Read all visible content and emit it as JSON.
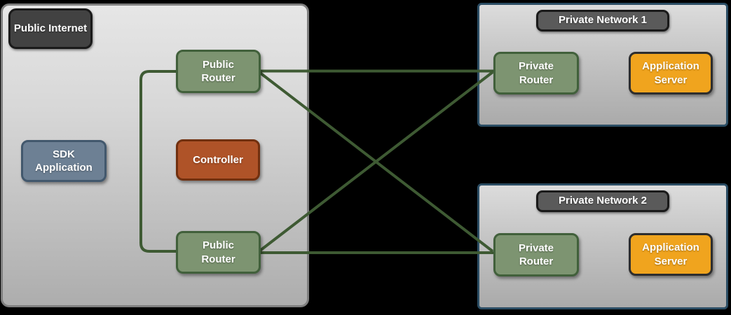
{
  "diagram": {
    "public_internet": {
      "label": "Public Internet",
      "sdk_application": "SDK Application",
      "controller": "Controller",
      "public_router_top": "Public Router",
      "public_router_bottom": "Public Router"
    },
    "private_network_1": {
      "label": "Private Network 1",
      "private_router": "Private Router",
      "application_server": "Application Server"
    },
    "private_network_2": {
      "label": "Private Network 2",
      "private_router": "Private Router",
      "application_server": "Application Server"
    },
    "connections": [
      {
        "from": "public-router-top",
        "to": "public-router-bottom"
      },
      {
        "from": "public-router-top",
        "to": "private-network-1-private-router"
      },
      {
        "from": "public-router-top",
        "to": "private-network-2-private-router"
      },
      {
        "from": "public-router-bottom",
        "to": "private-network-1-private-router"
      },
      {
        "from": "public-router-bottom",
        "to": "private-network-2-private-router"
      }
    ],
    "colors": {
      "background": "#000000",
      "container_fill_top": "#e6e6e6",
      "container_fill_bottom": "#adadad",
      "container_border": "#7f7f7f",
      "network_border": "#2b4d64",
      "internet_label_fill": "#424242",
      "network_label_fill": "#5a5a5a",
      "label_border": "#1a1a1a",
      "router_fill": "#7d9471",
      "router_border": "#41603b",
      "sdk_fill": "#6d8094",
      "sdk_border": "#42586d",
      "controller_fill": "#af5328",
      "controller_border": "#71300f",
      "server_fill": "#f0a41e",
      "server_border": "#2e2e2e",
      "link_color": "#3e5a33"
    }
  }
}
